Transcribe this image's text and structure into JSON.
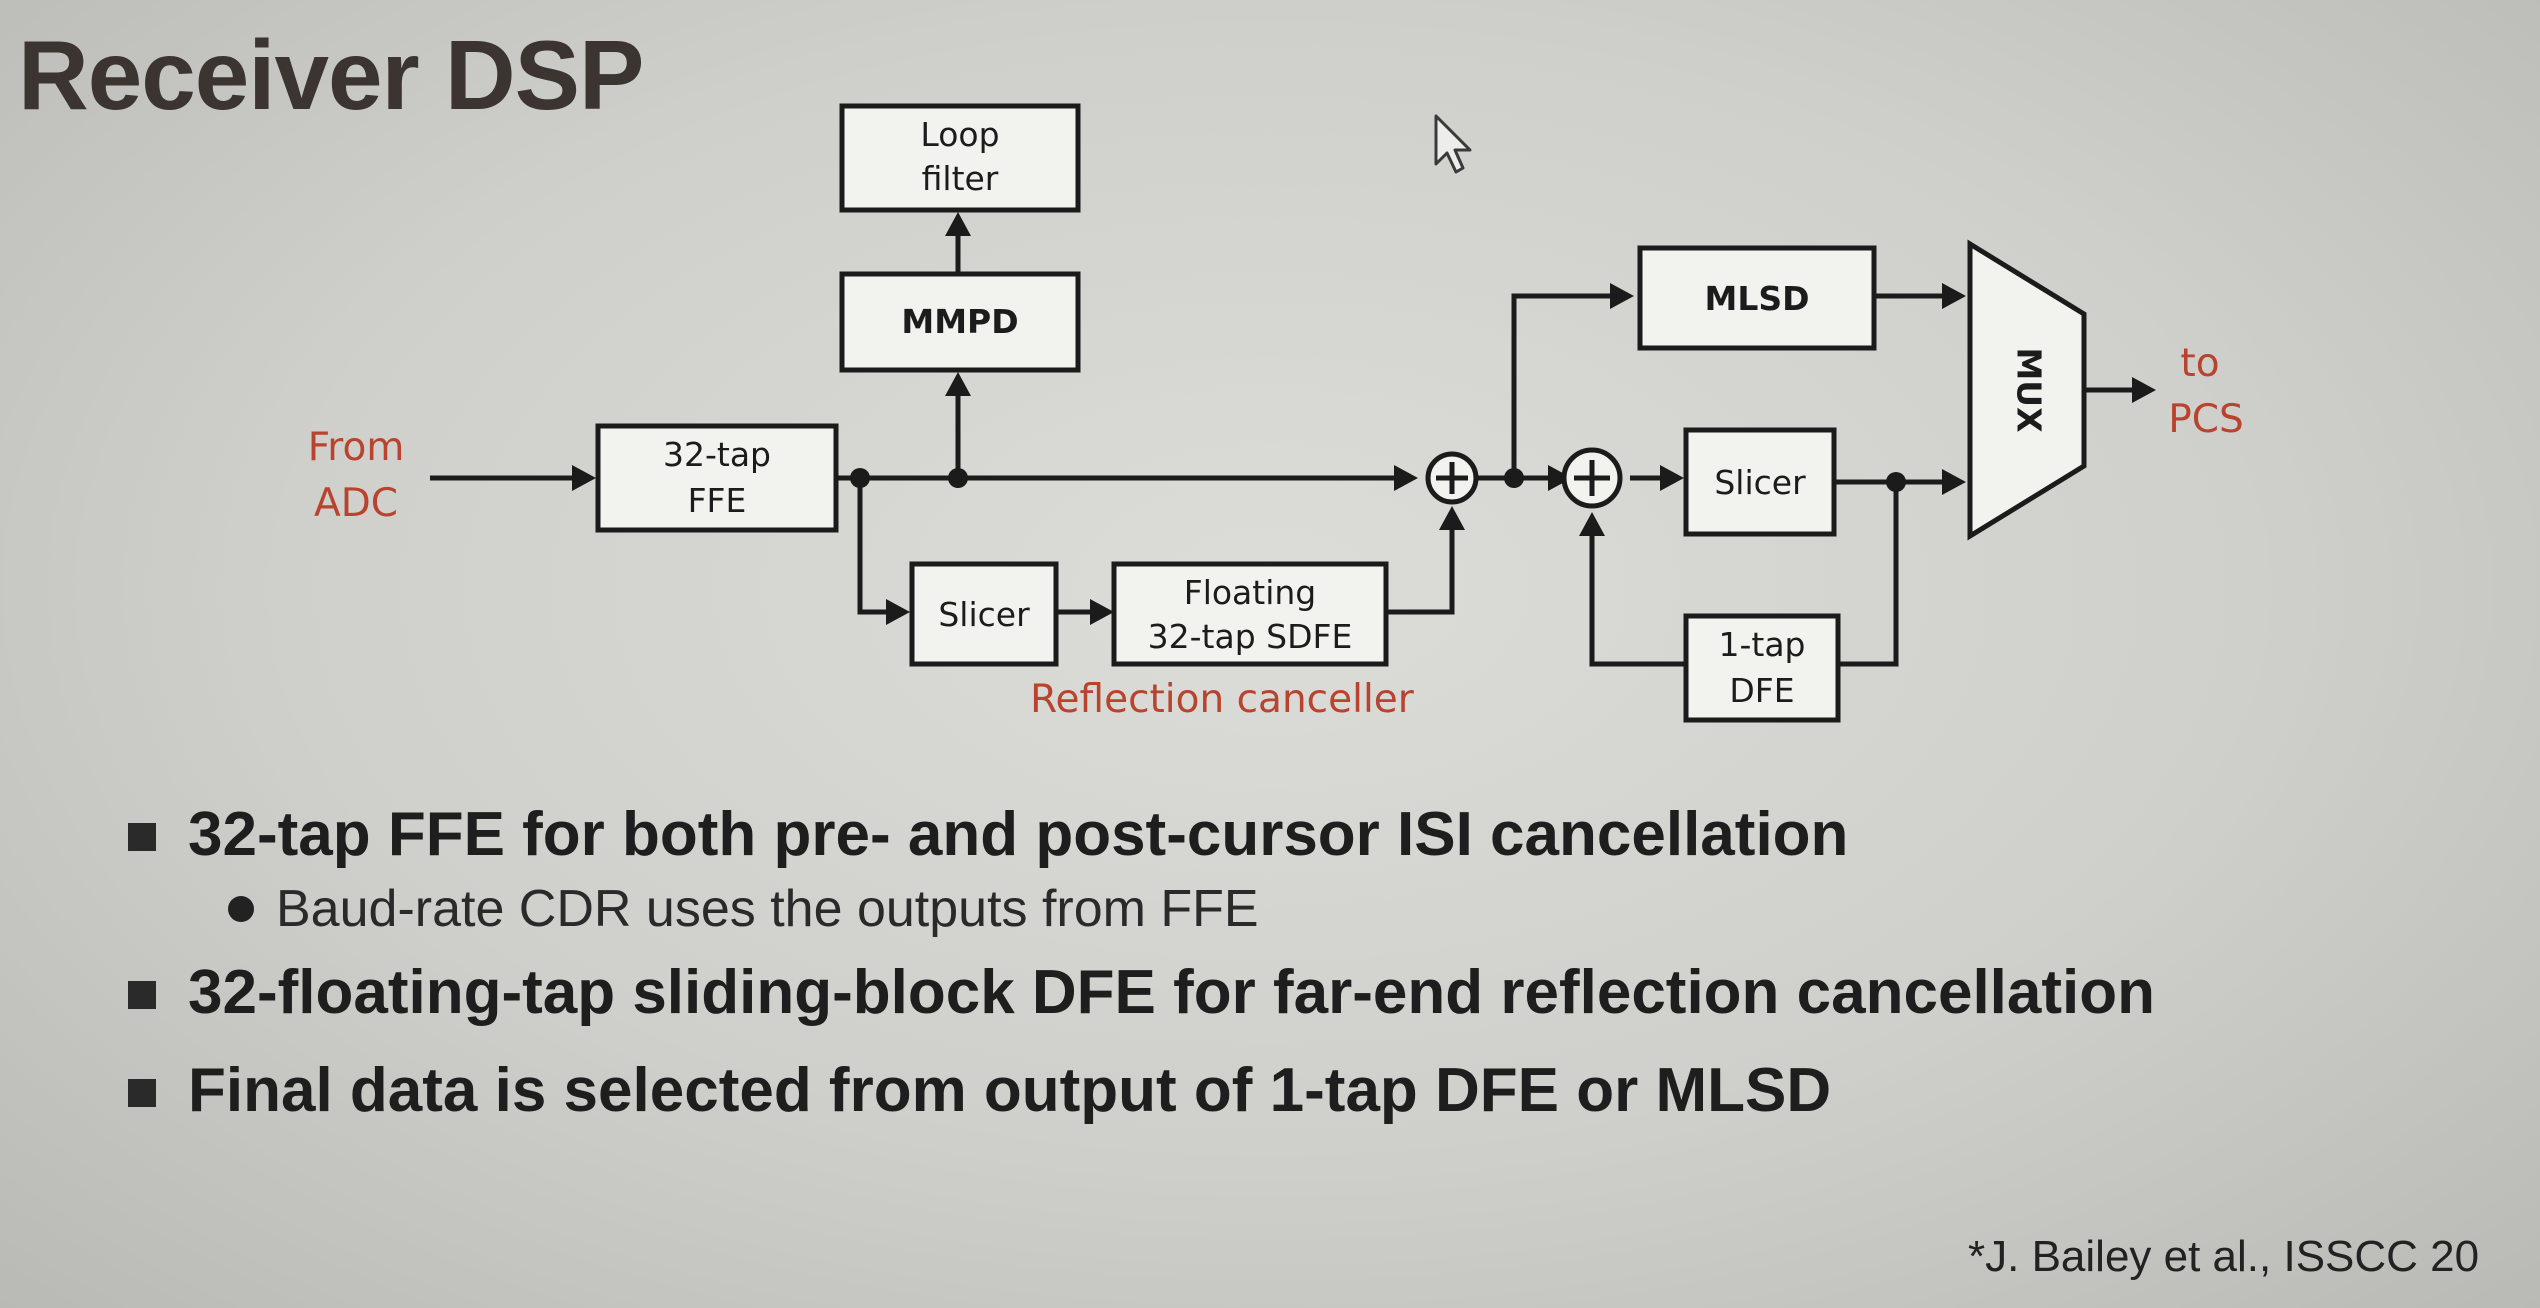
{
  "slide": {
    "title": "Receiver DSP",
    "citation": "*J. Bailey et al., ISSCC 20"
  },
  "diagram": {
    "labels": {
      "from_line1": "From",
      "from_line2": "ADC",
      "to_line1": "to",
      "to_line2": "PCS",
      "reflection": "Reflection canceller"
    },
    "blocks": {
      "ffe": [
        "32-tap",
        "FFE"
      ],
      "loop_filter": [
        "Loop",
        "filter"
      ],
      "mmpd": "MMPD",
      "slicer_refl": "Slicer",
      "sdfe": [
        "Floating",
        "32-tap SDFE"
      ],
      "mlsd": "MLSD",
      "slicer_main": "Slicer",
      "dfe": [
        "1-tap",
        "DFE"
      ],
      "mux": "MUX"
    }
  },
  "bullets": [
    {
      "text": "32-tap FFE for both pre- and post-cursor ISI cancellation",
      "sub": [
        "Baud-rate CDR uses the outputs from FFE"
      ]
    },
    {
      "text": "32-floating-tap sliding-block DFE for far-end reflection cancellation",
      "sub": []
    },
    {
      "text": "Final data is selected from output of 1-tap DFE or MLSD",
      "sub": []
    }
  ],
  "colors": {
    "accent_red": "#b8442f",
    "title": "#3c3431",
    "background": "#d6d6d2"
  }
}
